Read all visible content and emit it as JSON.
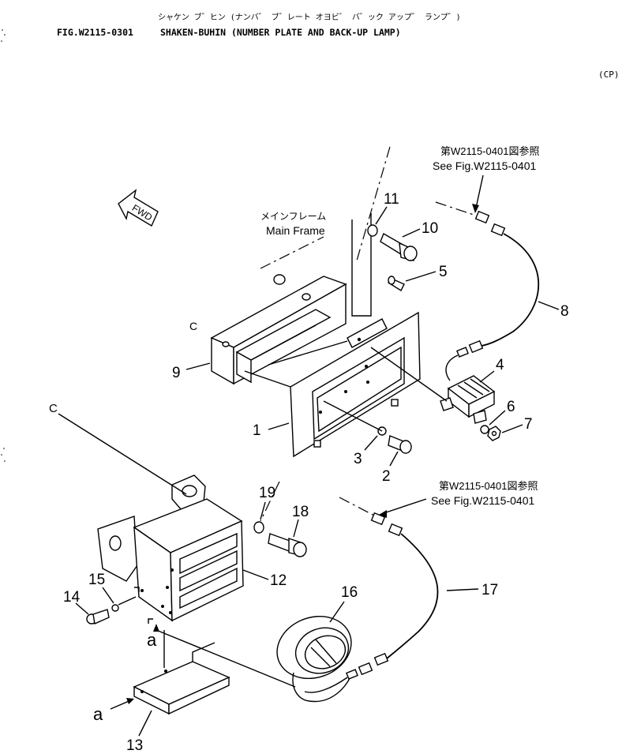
{
  "header": {
    "jp_title": "シャケン ブ゛ヒン (ナンバ゛ ブ゛レート オヨビ゛ バ゛ック アップ゛ ランプ゛)",
    "fig_id": "FIG.W2115-0301",
    "title": "SHAKEN-BUHIN (NUMBER PLATE AND BACK-UP LAMP)",
    "corner_code": "(CP)"
  },
  "labels": {
    "fwd": "FWD",
    "main_frame_jp": "メインフレーム",
    "main_frame_en": "Main Frame",
    "ref1_jp": "第W2115-0401図参照",
    "ref1_en": "See Fig.W2115-0401",
    "ref2_jp": "第W2115-0401図参照",
    "ref2_en": "See Fig.W2115-0401",
    "c1": "C",
    "c2": "C",
    "a1": "a",
    "a2": "a"
  },
  "callouts": [
    "1",
    "2",
    "3",
    "4",
    "5",
    "6",
    "7",
    "8",
    "9",
    "10",
    "11",
    "12",
    "13",
    "14",
    "15",
    "16",
    "17",
    "18",
    "19"
  ]
}
